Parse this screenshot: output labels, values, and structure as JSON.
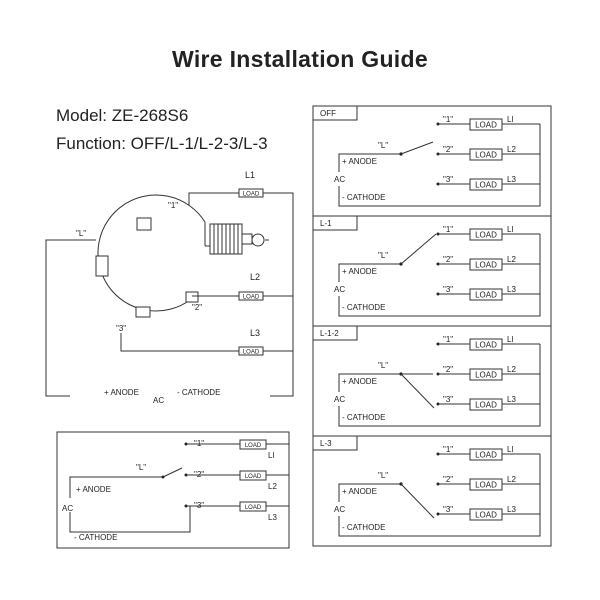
{
  "title": "Wire Installation Guide",
  "model": "Model: ZE-268S6",
  "function": "Function: OFF/L-1/L-2-3/L-3",
  "main_diagram": {
    "L_label": "\"L\"",
    "pos1_label": "\"1\"",
    "pos2_label": "\"2\"",
    "pos3_label": "\"3\"",
    "L1": "L1",
    "L2": "L2",
    "L3": "L3",
    "load": "LOAD",
    "anode": "+ ANODE",
    "ac": "AC",
    "cathode": "- CATHODE"
  },
  "small_diagram": {
    "L_label": "\"L\"",
    "pos1_label": "\"1\"",
    "pos2_label": "\"2\"",
    "pos3_label": "\"3\"",
    "L1": "Ll",
    "L2": "L2",
    "L3": "L3",
    "load": "LOAD",
    "anode": "+ ANODE",
    "ac": "AC",
    "cathode": "- CATHODE"
  },
  "panels": [
    {
      "name": "OFF",
      "L_label": "\"L\"",
      "p1": "\"1\"",
      "p2": "\"2\"",
      "p3": "\"3\"",
      "l1": "Ll",
      "l2": "L2",
      "l3": "L3",
      "load": "LOAD",
      "anode": "+ ANODE",
      "ac": "AC",
      "cathode": "- CATHODE"
    },
    {
      "name": "L-1",
      "L_label": "\"L\"",
      "p1": "\"1\"",
      "p2": "\"2\"",
      "p3": "\"3\"",
      "l1": "Ll",
      "l2": "L2",
      "l3": "L3",
      "load": "LOAD",
      "anode": "+ ANODE",
      "ac": "AC",
      "cathode": "- CATHODE"
    },
    {
      "name": "L-1-2",
      "L_label": "\"L\"",
      "p1": "\"1\"",
      "p2": "\"2\"",
      "p3": "\"3\"",
      "l1": "Ll",
      "l2": "L2",
      "l3": "L3",
      "load": "LOAD",
      "anode": "+ ANODE",
      "ac": "AC",
      "cathode": "- CATHODE"
    },
    {
      "name": "L-3",
      "L_label": "\"L\"",
      "p1": "\"1\"",
      "p2": "\"2\"",
      "p3": "\"3\"",
      "l1": "Ll",
      "l2": "L2",
      "l3": "L3",
      "load": "LOAD",
      "anode": "+ ANODE",
      "ac": "AC",
      "cathode": "- CATHODE"
    }
  ]
}
